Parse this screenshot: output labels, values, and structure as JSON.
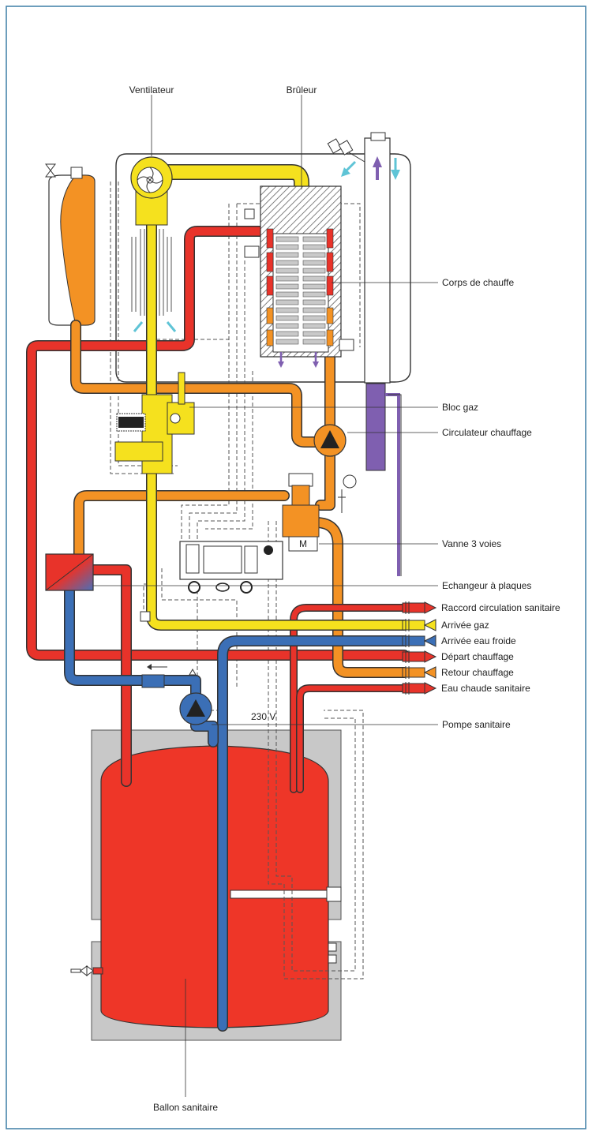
{
  "colors": {
    "frame": "#3d7ea6",
    "hot": "#e8332a",
    "warm": "#f39224",
    "gas": "#f5e11e",
    "cold": "#3b6fb6",
    "flue": "#7f5fb0",
    "housing": "#c8c8c8",
    "exchanger": "#c9c9c9"
  },
  "labels": {
    "ventilateur": "Ventilateur",
    "bruleur": "Brûleur",
    "corps": "Corps de chauffe",
    "bloc_gaz": "Bloc gaz",
    "circulateur": "Circulateur chauffage",
    "vanne": "Vanne 3 voies",
    "echangeur": "Echangeur à plaques",
    "pompe": "Pompe sanitaire",
    "ballon": "Ballon sanitaire",
    "voltage": "230 V",
    "motor": "M"
  },
  "connections": [
    {
      "label": "Raccord circulation sanitaire",
      "color": "#e8332a",
      "direction": "out"
    },
    {
      "label": "Arrivée gaz",
      "color": "#f5e11e",
      "direction": "in"
    },
    {
      "label": "Arrivée eau froide",
      "color": "#3b6fb6",
      "direction": "in"
    },
    {
      "label": "Départ chauffage",
      "color": "#e8332a",
      "direction": "out"
    },
    {
      "label": "Retour chauffage",
      "color": "#f39224",
      "direction": "in"
    },
    {
      "label": "Eau chaude sanitaire",
      "color": "#e8332a",
      "direction": "out"
    }
  ]
}
